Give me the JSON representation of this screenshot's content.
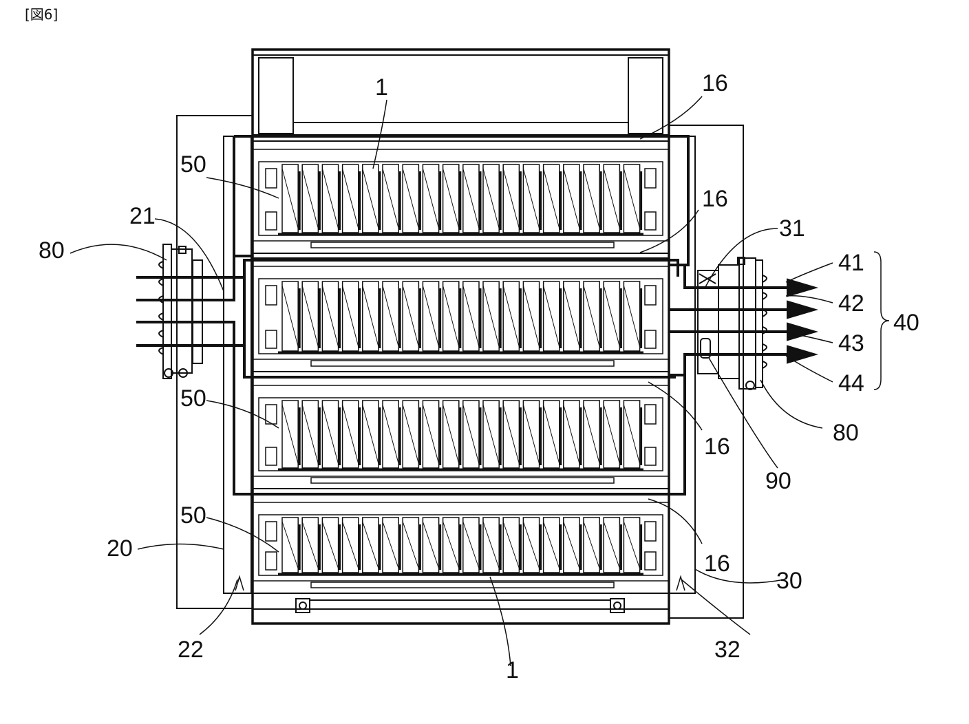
{
  "figure": {
    "caption": "[図6]",
    "line_color": "#111111",
    "background": "#ffffff",
    "labels": {
      "cell_top": "1",
      "cell_bottom": "1",
      "spacer": "16",
      "holder": "50",
      "inlet_duct": "20",
      "inlet_port": "21",
      "inlet_chamber": "22",
      "outlet_duct": "30",
      "outlet_port": "31",
      "outlet_chamber": "32",
      "group": "40",
      "out_1": "41",
      "out_2": "42",
      "out_3": "43",
      "out_4": "44",
      "seal": "80",
      "sensor": "90"
    }
  }
}
